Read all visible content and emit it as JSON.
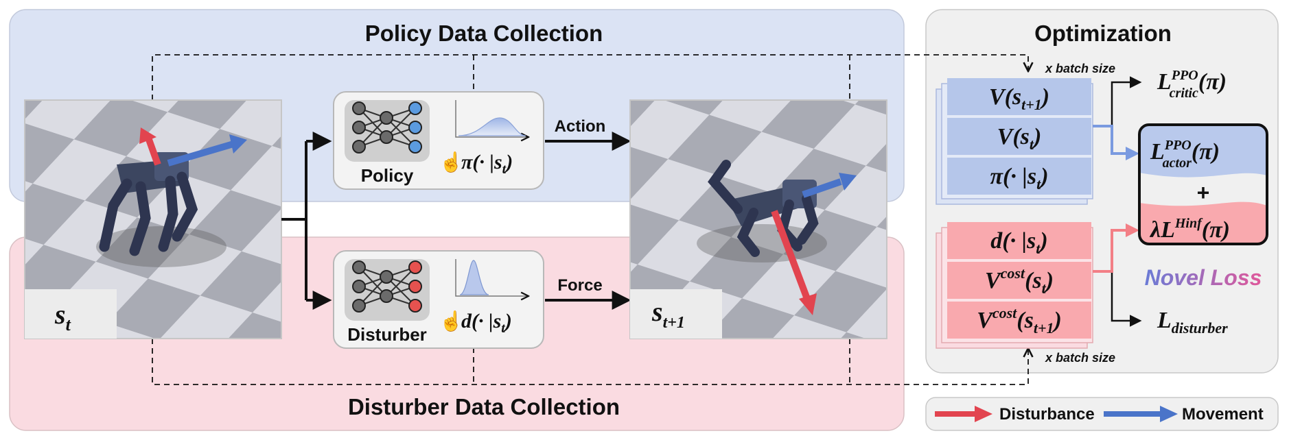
{
  "panels": {
    "policy_title": "Policy Data Collection",
    "disturber_title": "Disturber Data Collection",
    "optimization_title": "Optimization"
  },
  "states": {
    "current": {
      "base": "s",
      "sub": "t"
    },
    "next": {
      "base": "s",
      "sub": "t+1"
    }
  },
  "policy_box": {
    "label": "Policy",
    "dist_prefix": "π(· |s",
    "dist_sub": "t",
    "dist_suffix": ")"
  },
  "disturber_box": {
    "label": "Disturber",
    "dist_prefix": "d(· |s",
    "dist_sub": "t",
    "dist_suffix": ")"
  },
  "edges": {
    "action": "Action",
    "force": "Force"
  },
  "buffers": {
    "batch_label_top": "x batch size",
    "batch_label_bottom": "x batch size",
    "policy_rows": [
      {
        "prefix": "V(s",
        "sup": "",
        "sub": "t+1",
        "suffix": ")"
      },
      {
        "prefix": "V(s",
        "sup": "",
        "sub": "t",
        "suffix": ")"
      },
      {
        "prefix": "π(· |s",
        "sup": "",
        "sub": "t",
        "suffix": ")"
      }
    ],
    "disturber_rows": [
      {
        "prefix": "d(· |s",
        "sup": "",
        "sub": "t",
        "suffix": ")"
      },
      {
        "prefix": "V",
        "sup": "cost",
        "sub": "t",
        "suffix": ")"
      },
      {
        "prefix": "V",
        "sup": "cost",
        "sub": "t+1",
        "suffix": ")"
      }
    ]
  },
  "losses": {
    "critic": {
      "base": "L",
      "sup": "PPO",
      "sub": "critic",
      "suffix": "(π)"
    },
    "actor": {
      "base": "L",
      "sup": "PPO",
      "sub": "actor",
      "suffix": "(π)"
    },
    "plus": "+",
    "hinf": {
      "prefix": "λL",
      "sup": "Hinf",
      "suffix": "(π)"
    },
    "novel": "Novel Loss",
    "disturber": {
      "base": "L",
      "sub": "disturber"
    }
  },
  "legend": {
    "disturbance": "Disturbance",
    "movement": "Movement"
  },
  "colors": {
    "disturbance": "#e2444f",
    "movement": "#4a74c9",
    "policy_panel": "#dbe3f4",
    "disturber_panel": "#fadbe1",
    "optimization_panel": "#f0f0f0",
    "policy_rows": "#b5c6ea",
    "disturber_rows": "#f9a9ae",
    "novel_gradient_start": "#6a7bd6",
    "novel_gradient_end": "#e0589a"
  },
  "icons": {
    "network": "neural-network-icon",
    "hand": "pointing-hand-icon",
    "distribution": "distribution-curve-icon",
    "robot": "quadruped-robot-icon"
  }
}
